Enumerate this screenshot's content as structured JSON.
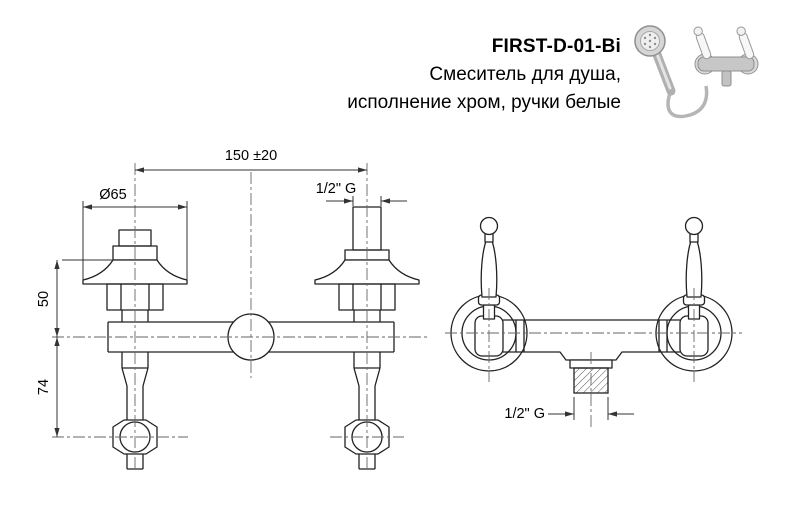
{
  "header": {
    "product_code": "FIRST-D-01-Bi",
    "description_line1": "Смеситель для душа,",
    "description_line2": "исполнение хром, ручки белые"
  },
  "dimensions": {
    "mounting_width": "150 ±20",
    "flange_diameter": "Ø65",
    "top_thread": "1/2\" G",
    "upper_height": "50",
    "lower_height": "74",
    "bottom_thread": "1/2\" G"
  },
  "colors": {
    "background": "#ffffff",
    "drawing_lines": "#222222",
    "centerlines": "#666666",
    "text": "#000000",
    "chrome": "#c7c7c7",
    "handles": "#f7f7f7"
  }
}
